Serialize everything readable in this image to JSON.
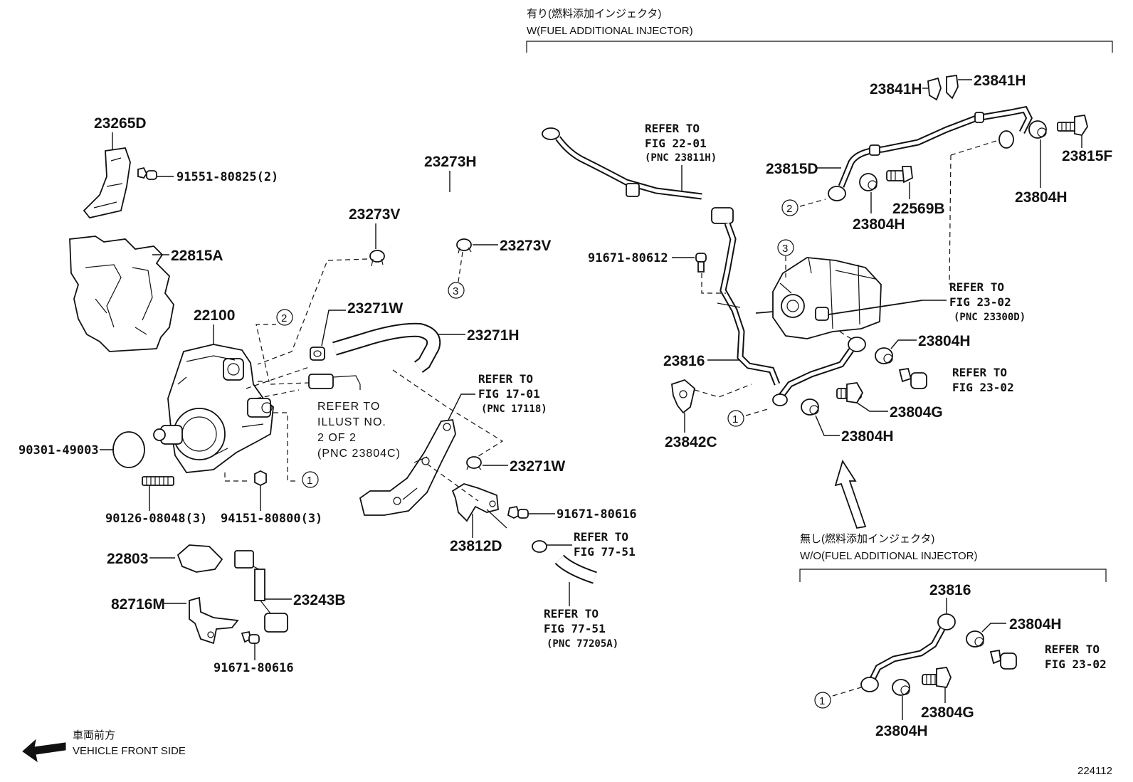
{
  "figure_number": "224112",
  "sections": {
    "with_injector_jp": "有り(燃料添加インジェクタ)",
    "with_injector": "W(FUEL ADDITIONAL INJECTOR)",
    "without_injector_jp": "無し(燃料添加インジェクタ)",
    "without_injector": "W/O(FUEL ADDITIONAL INJECTOR)"
  },
  "front_marker": {
    "jp": "車両前方",
    "en": "VEHICLE FRONT SIDE"
  },
  "parts": {
    "p23265D": "23265D",
    "p91551": "91551-80825(2)",
    "p22815A": "22815A",
    "p22100": "22100",
    "p90301": "90301-49003",
    "p90126": "90126-08048(3)",
    "p94151": "94151-80800(3)",
    "p23273H": "23273H",
    "p23273V_a": "23273V",
    "p23273V_b": "23273V",
    "p23271W_a": "23271W",
    "p23271H": "23271H",
    "p23271W_b": "23271W",
    "p22803": "22803",
    "p23243B": "23243B",
    "p82716M": "82716M",
    "p91671_c": "91671-80616",
    "p23812D": "23812D",
    "p91671_b": "91671-80616",
    "p91671_a": "91671-80612",
    "p23816": "23816",
    "p23842C": "23842C",
    "p23841H_a": "23841H",
    "p23841H_b": "23841H",
    "p23815D": "23815D",
    "p22569B": "22569B",
    "p23804H_a": "23804H",
    "p23804H_b": "23804H",
    "p23815F": "23815F",
    "p23804H_c": "23804H",
    "p23804G": "23804G",
    "p23804H_d": "23804H",
    "w_23816": "23816",
    "w_23804H_a": "23804H",
    "w_23804H_b": "23804H",
    "w_23804G": "23804G"
  },
  "refs": {
    "illust_l1": "REFER TO",
    "illust_l2": "ILLUST NO.",
    "illust_l3": "2 OF 2",
    "illust_l4": "(PNC 23804C)",
    "r1701_l1": "REFER TO",
    "r1701_l2": "FIG 17-01",
    "r1701_l3": "(PNC 17118)",
    "r7751a_l1": "REFER TO",
    "r7751a_l2": "FIG 77-51",
    "r7751b_l1": "REFER TO",
    "r7751b_l2": "FIG 77-51",
    "r7751b_l3": "(PNC 77205A)",
    "r2201_l1": "REFER TO",
    "r2201_l2": "FIG 22-01",
    "r2201_l3": "(PNC 23811H)",
    "r2302a_l1": "REFER TO",
    "r2302a_l2": "FIG 23-02",
    "r2302a_l3": "(PNC 23300D)",
    "r2302b_l1": "REFER TO",
    "r2302b_l2": "FIG 23-02",
    "r2302c_l1": "REFER TO",
    "r2302c_l2": "FIG 23-02"
  },
  "callouts": {
    "c1": "1",
    "c2": "2",
    "c3": "3"
  }
}
